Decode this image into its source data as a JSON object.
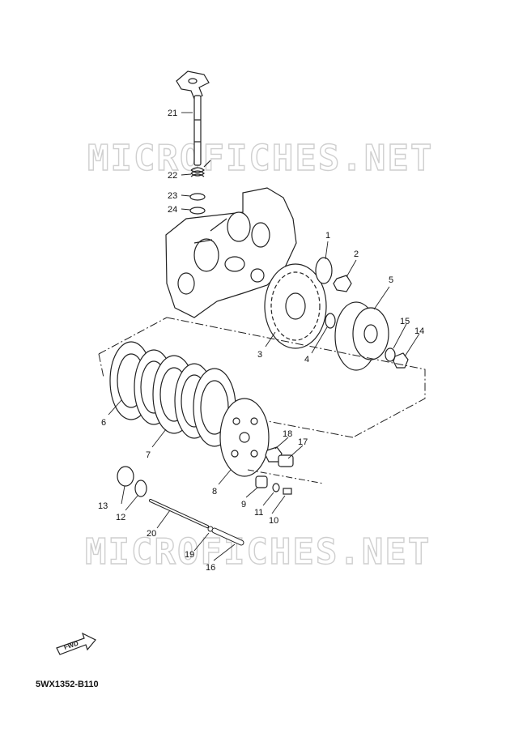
{
  "watermark": "MICROFICHES.NET",
  "diagram_code": "5WX1352-B110",
  "fwd_label": "FWD",
  "callouts": [
    "1",
    "2",
    "3",
    "4",
    "5",
    "6",
    "7",
    "8",
    "9",
    "10",
    "11",
    "12",
    "13",
    "14",
    "15",
    "16",
    "17",
    "18",
    "19",
    "20",
    "21",
    "22",
    "23",
    "24"
  ]
}
